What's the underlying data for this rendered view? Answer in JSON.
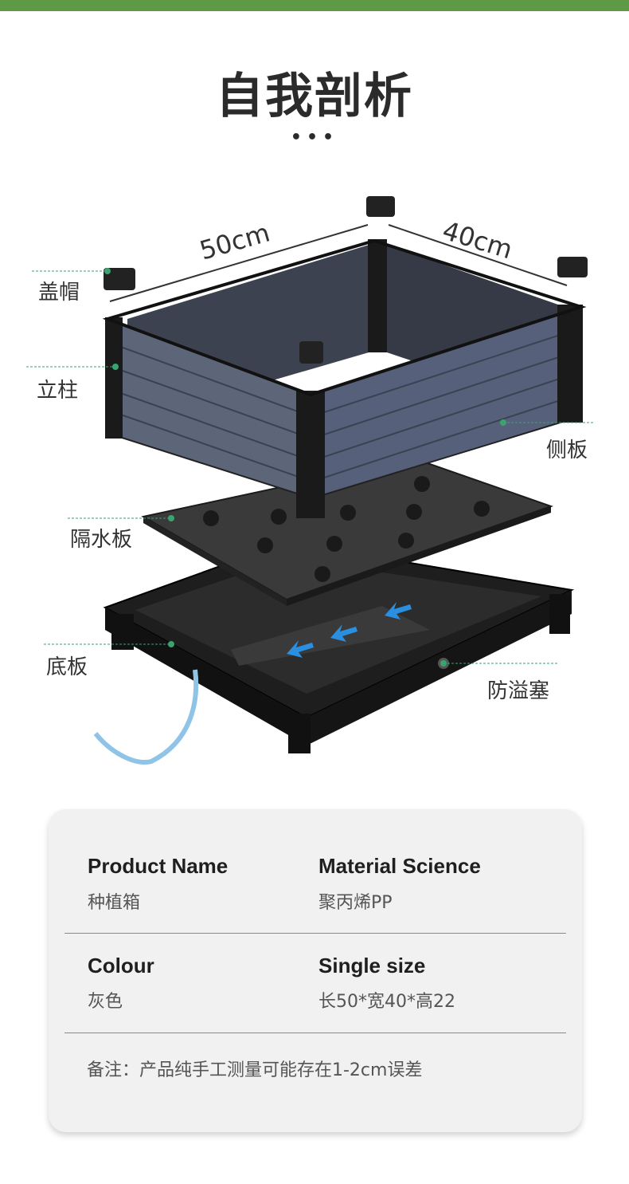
{
  "header": {
    "title": "自我剖析",
    "dots": "•••"
  },
  "diagram": {
    "dimensions": {
      "length": "50cm",
      "width": "40cm"
    },
    "labels": {
      "cap": "盖帽",
      "post": "立柱",
      "side_panel": "侧板",
      "water_separator": "隔水板",
      "base_plate": "底板",
      "overflow_plug": "防溢塞"
    },
    "colors": {
      "accent": "#5e9a45",
      "leader": "#3aa36f",
      "arrow": "#2a8fe0"
    }
  },
  "specs": {
    "product_name": {
      "label": "Product Name",
      "value": "种植箱"
    },
    "material": {
      "label": "Material Science",
      "value": "聚丙烯PP"
    },
    "colour": {
      "label": "Colour",
      "value": "灰色"
    },
    "size": {
      "label": "Single size",
      "value": "长50*宽40*高22"
    },
    "note": "备注：产品纯手工测量可能存在1-2cm误差"
  }
}
